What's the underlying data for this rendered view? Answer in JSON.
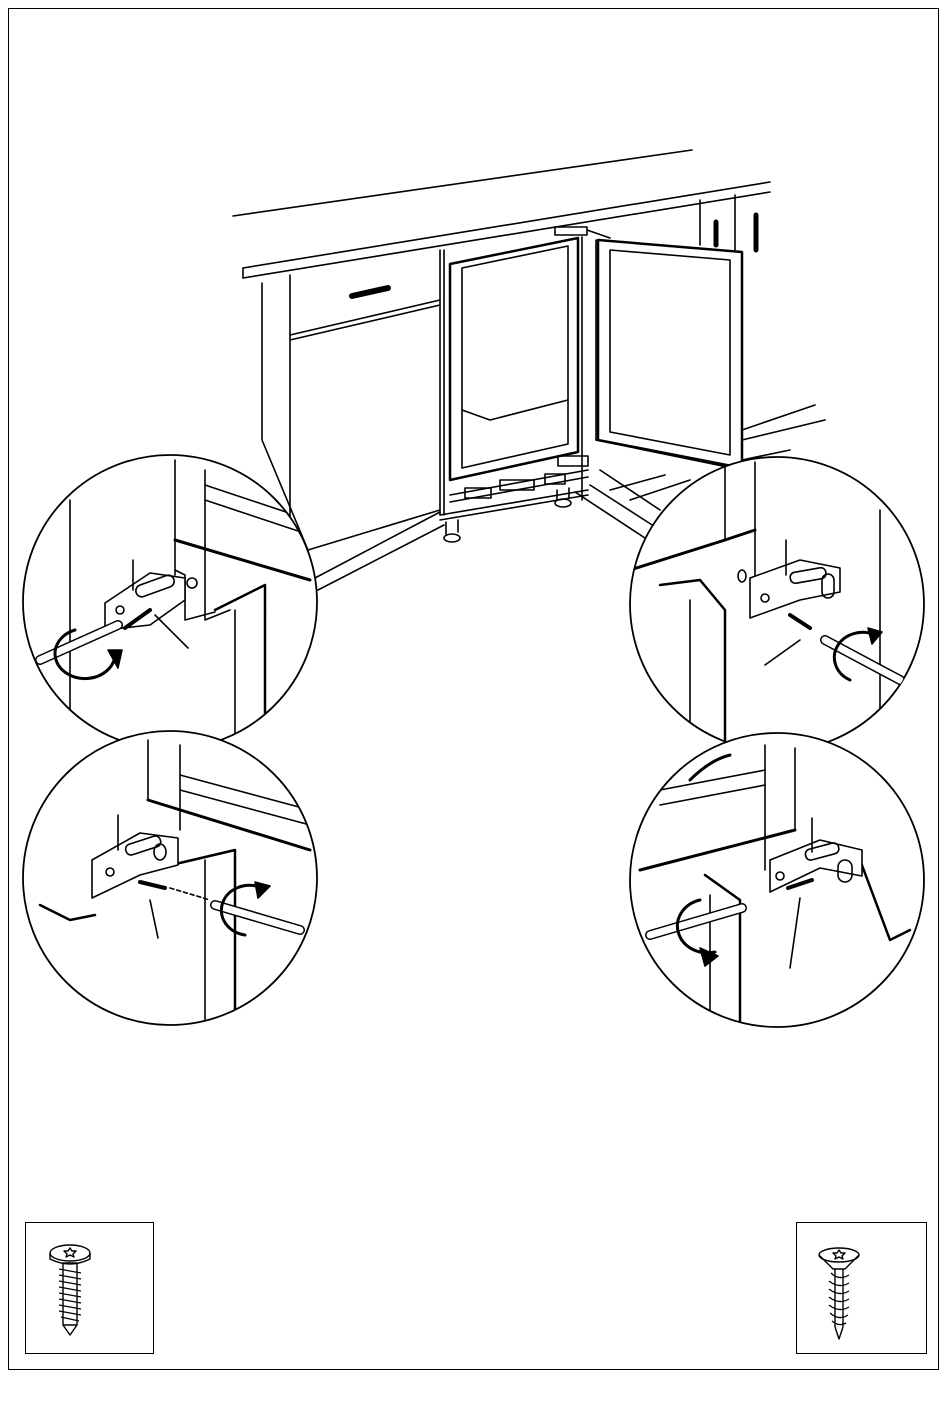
{
  "colors": {
    "ink": "#000000",
    "paper": "#ffffff",
    "shade": "#d9d9d9"
  },
  "figure": {
    "main_view": "built-in-appliance-with-open-door",
    "detail_views": [
      {
        "id": "top-left",
        "tool_rotation": "counter-clockwise",
        "position": "left"
      },
      {
        "id": "top-right",
        "tool_rotation": "clockwise",
        "position": "right"
      },
      {
        "id": "bottom-left",
        "tool_rotation": "clockwise",
        "position": "left"
      },
      {
        "id": "bottom-right",
        "tool_rotation": "counter-clockwise",
        "position": "right"
      }
    ]
  },
  "screws": {
    "left": {
      "icon": "pan-head-tapping-screw-icon"
    },
    "right": {
      "icon": "countersunk-wood-screw-icon"
    }
  }
}
